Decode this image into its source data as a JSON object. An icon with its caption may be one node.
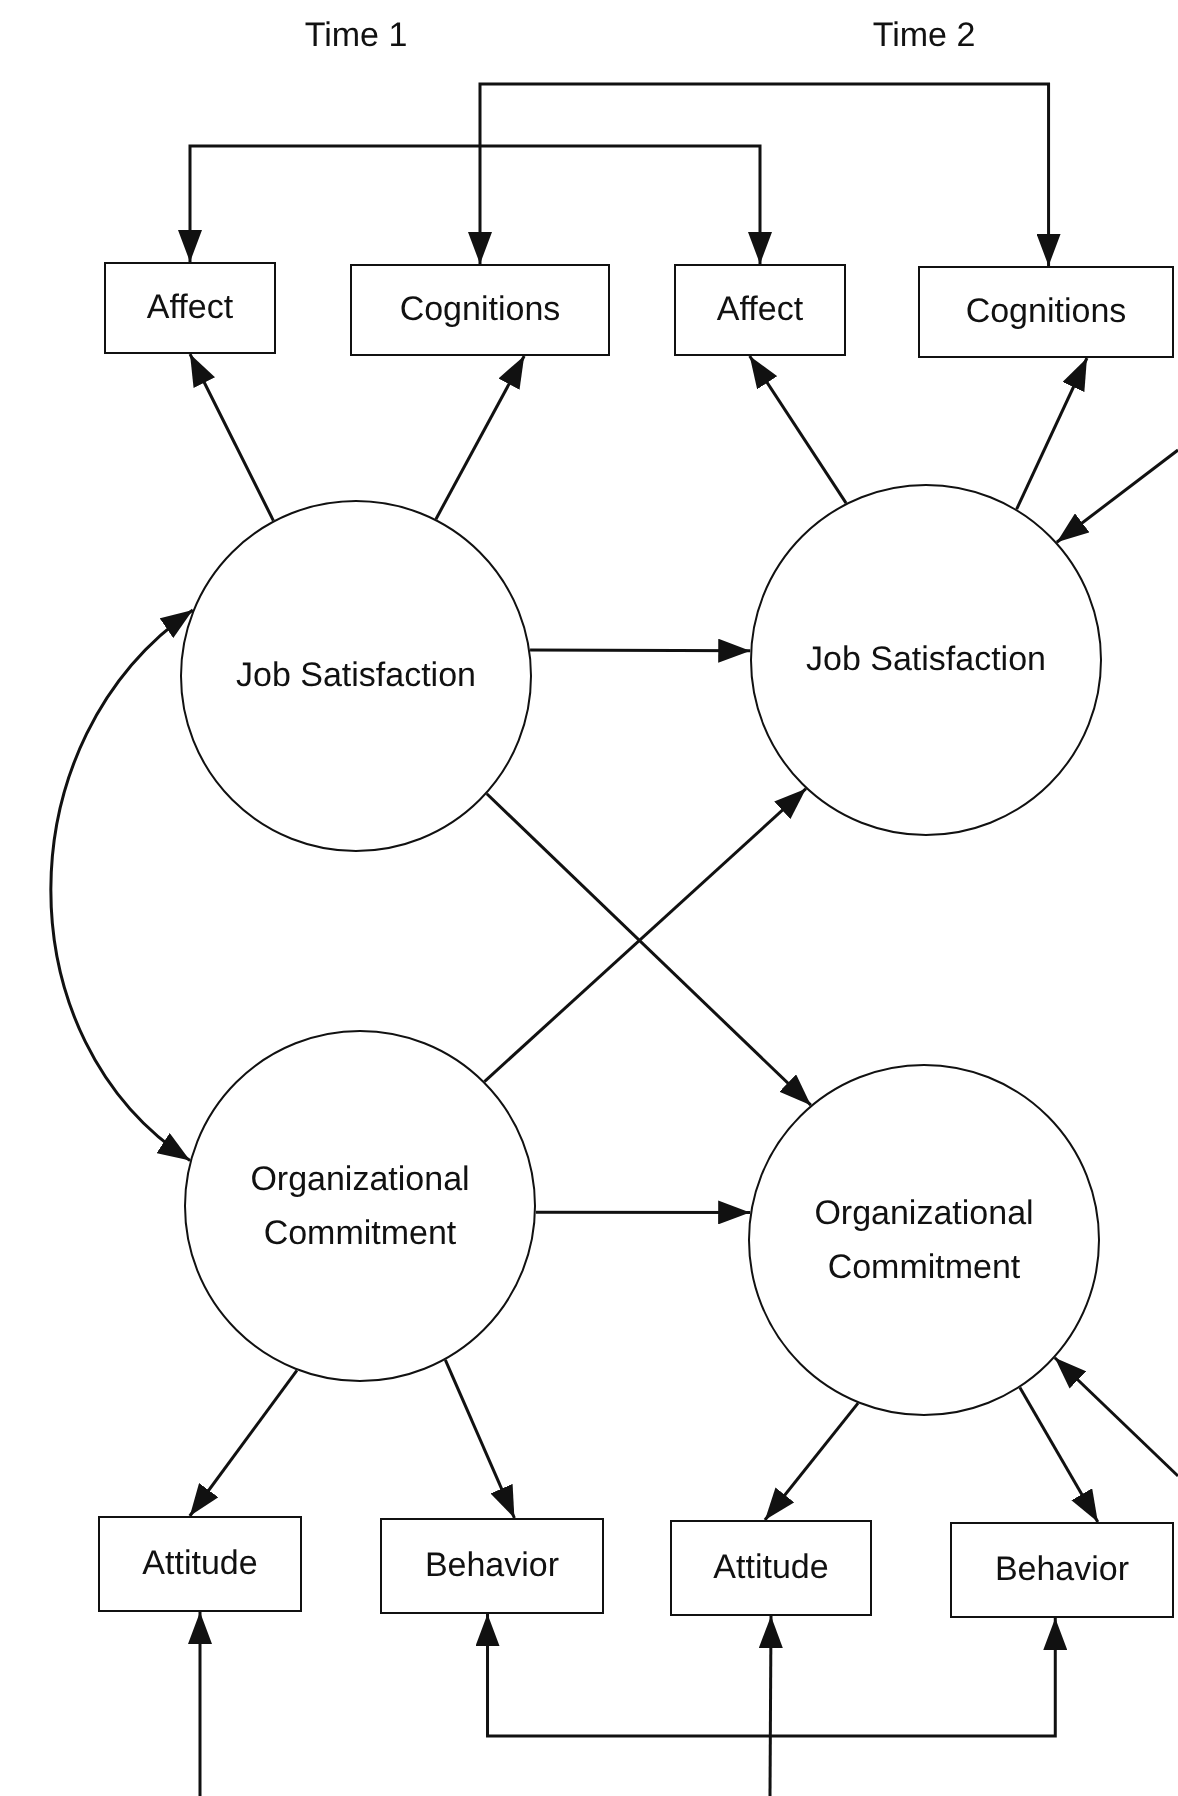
{
  "diagram": {
    "nodes": [
      {
        "text": [
          "Affect"
        ]
      },
      {
        "text": [
          "Cognitions"
        ]
      },
      {
        "text": [
          "Affect"
        ]
      },
      {
        "text": [
          "Cognitions"
        ]
      },
      {
        "text": [
          "Job Satisfaction"
        ]
      },
      {
        "text": [
          "Job Satisfaction"
        ]
      },
      {
        "text": [
          "Organizational Commitment"
        ]
      },
      {
        "text": [
          "Organizational Commitment"
        ]
      },
      {
        "text": [
          "Attitude"
        ]
      },
      {
        "text": [
          "Behavior"
        ]
      },
      {
        "text": [
          "Attitude"
        ]
      },
      {
        "text": [
          "Behavior"
        ]
      }
    ],
    "edges": [
      {
        "from": 4,
        "to": 0,
        "arrow": "to"
      },
      {
        "from": 4,
        "to": 1,
        "arrow": "to"
      },
      {
        "from": 5,
        "to": 2,
        "arrow": "to"
      },
      {
        "from": 5,
        "to": 3,
        "arrow": "to"
      },
      {
        "from": 4,
        "to": 5,
        "arrow": "to"
      },
      {
        "from": 4,
        "to": 7,
        "arrow": "to"
      },
      {
        "from": 6,
        "to": 5,
        "arrow": "to"
      },
      {
        "from": 6,
        "to": 7,
        "arrow": "to"
      },
      {
        "from": 4,
        "to": 6,
        "arrow": "both"
      },
      {
        "from": 6,
        "to": 8,
        "arrow": "to"
      },
      {
        "from": 6,
        "to": 9,
        "arrow": "to"
      },
      {
        "from": 7,
        "to": 10,
        "arrow": "to"
      },
      {
        "from": 7,
        "to": 11,
        "arrow": "to"
      },
      {
        "from": 0,
        "to": 2,
        "arrow": "both"
      },
      {
        "from": 1,
        "to": 3,
        "arrow": "both"
      },
      {
        "from": 9,
        "to": 11,
        "arrow": "both"
      },
      {
        "from": null,
        "to": 5,
        "arrow": "to"
      },
      {
        "from": null,
        "to": 7,
        "arrow": "to"
      },
      {
        "from": null,
        "to": 8,
        "arrow": "to"
      },
      {
        "from": null,
        "to": 10,
        "arrow": "to"
      }
    ],
    "labels": [
      "Time 1",
      "Time 2"
    ]
  }
}
